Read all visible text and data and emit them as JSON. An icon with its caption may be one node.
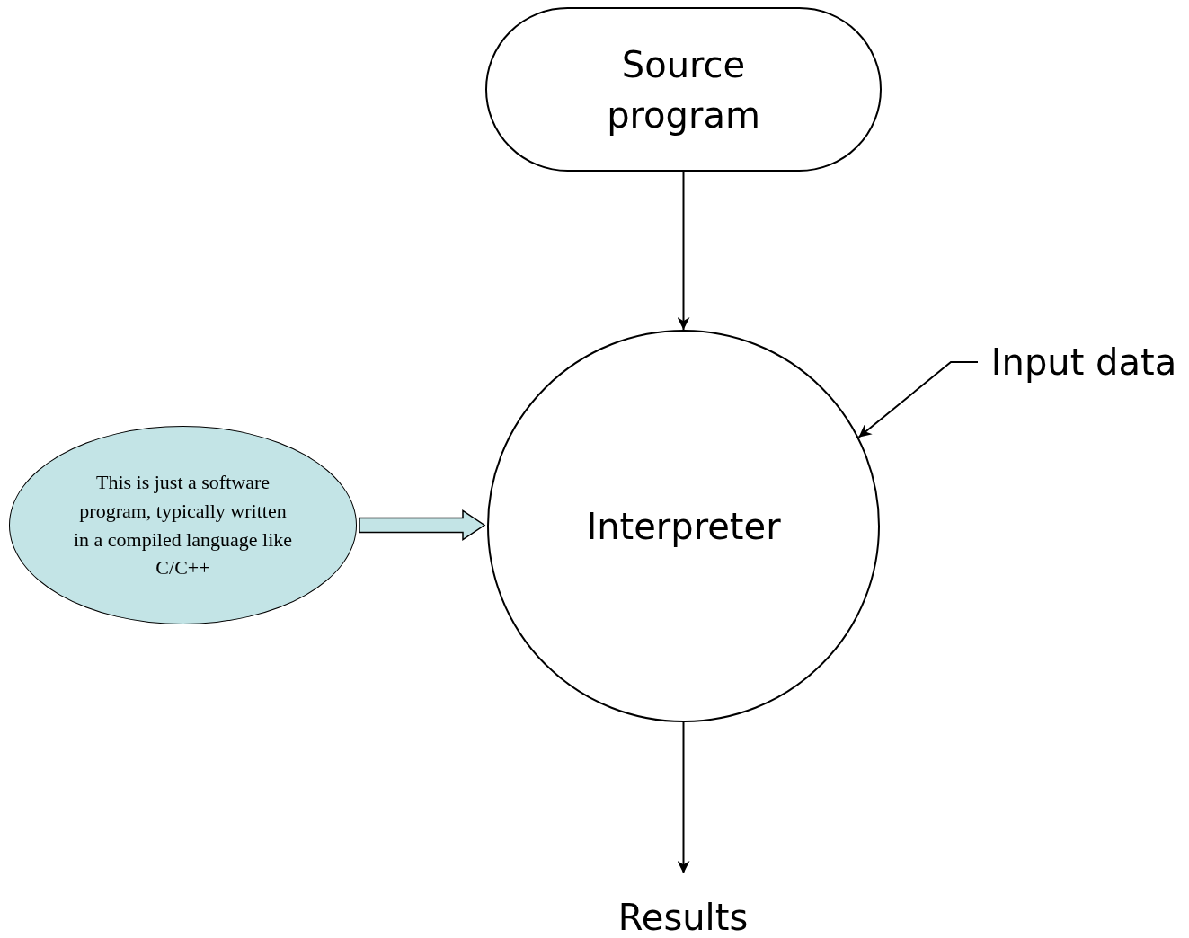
{
  "diagram": {
    "nodes": [
      {
        "text": [
          "Source program"
        ]
      },
      {
        "text": [
          "Interpreter"
        ]
      },
      {
        "text": [
          "Input data"
        ]
      },
      {
        "text": [
          "Results"
        ]
      },
      {
        "text": [
          "This is just a software program, typically written in a compiled language like C/C++"
        ]
      }
    ],
    "edges": [
      {
        "from": 0,
        "to": 1,
        "arrow": "to"
      },
      {
        "from": 2,
        "to": 1,
        "arrow": "to"
      },
      {
        "from": 1,
        "to": 3,
        "arrow": "to"
      },
      {
        "from": 4,
        "to": 1,
        "arrow": "to",
        "style": "thick",
        "color": "#c3e4e6"
      }
    ]
  }
}
